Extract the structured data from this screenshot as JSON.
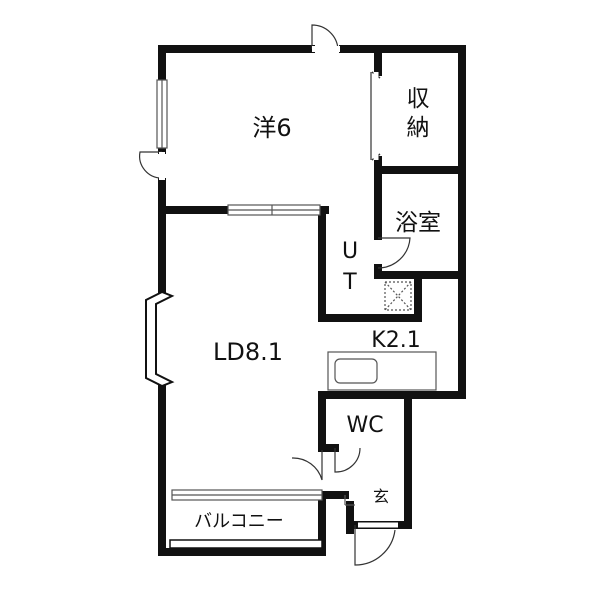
{
  "floorplan": {
    "rooms": {
      "western_room": "洋6",
      "storage_line1": "収",
      "storage_line2": "納",
      "bathroom": "浴室",
      "utility_line1": "U",
      "utility_line2": "T",
      "living_dining": "LD8.1",
      "kitchen": "K2.1",
      "toilet": "WC",
      "entrance": "玄",
      "balcony": "バルコニー"
    },
    "colors": {
      "wall": "#111111",
      "background": "#ffffff",
      "fixture": "#555555"
    }
  }
}
